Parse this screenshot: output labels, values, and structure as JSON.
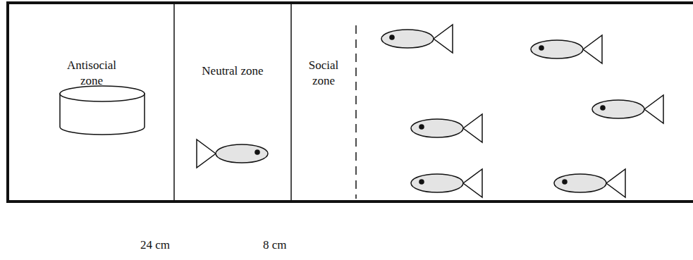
{
  "diagram": {
    "nodes": [
      {
        "text": [
          "Antisocial zone"
        ]
      },
      {
        "text": [
          "Neutral zone"
        ]
      },
      {
        "text": [
          "Social zone"
        ]
      }
    ],
    "labels": [
      "24 cm",
      "8 cm"
    ]
  }
}
